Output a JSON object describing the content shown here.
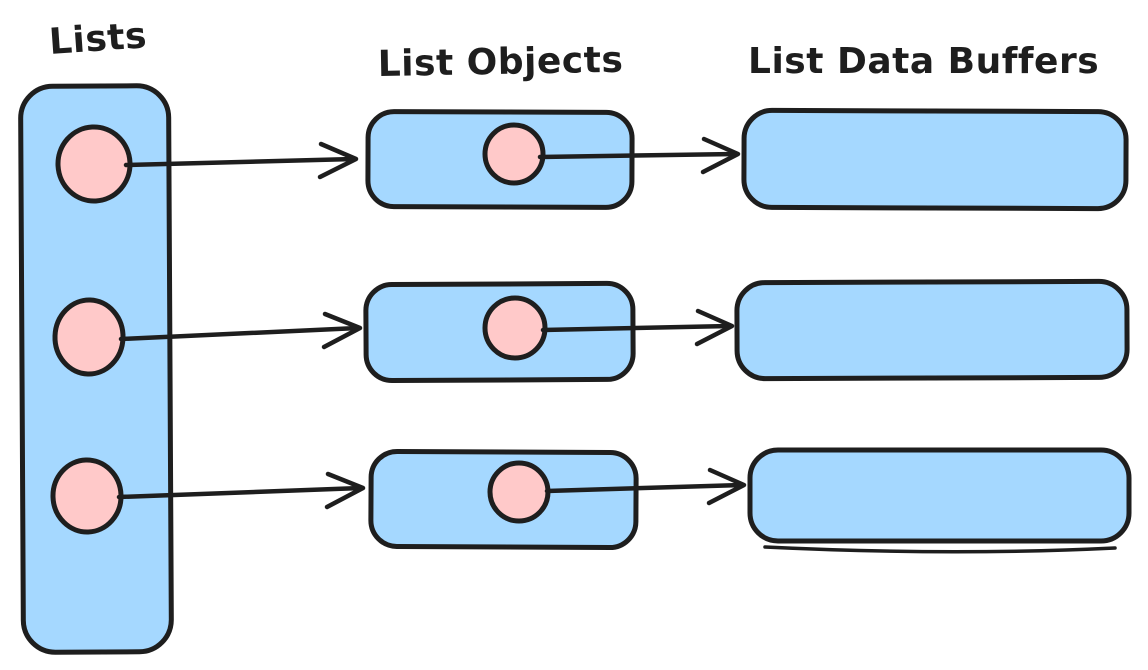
{
  "labels": {
    "lists": "Lists",
    "list_objects": "List Objects",
    "list_data_buffers": "List Data Buffers"
  },
  "colors": {
    "box_fill": "#a5d8ff",
    "pointer_fill": "#ffc9c9",
    "stroke": "#1e1e1e",
    "background": "#ffffff"
  },
  "structure": {
    "row_count": 3,
    "column_count": 3
  }
}
